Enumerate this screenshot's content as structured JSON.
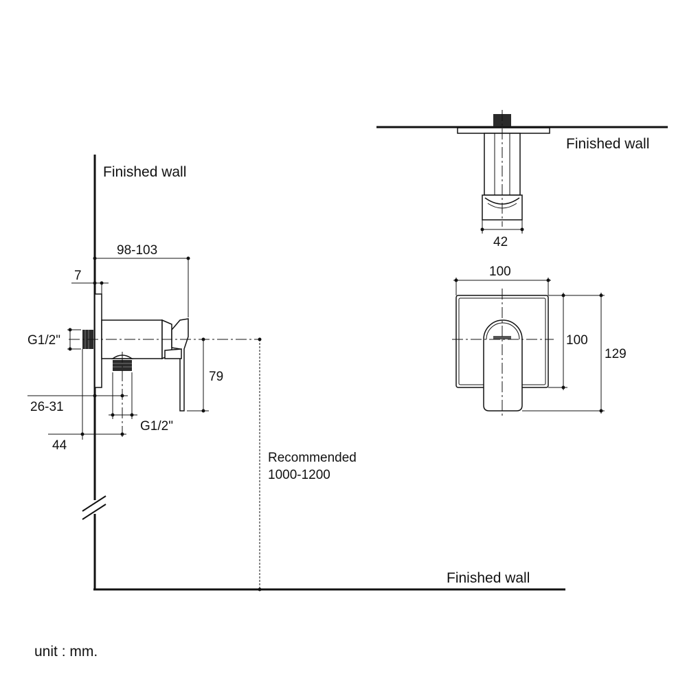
{
  "labels": {
    "finished_wall_side": "Finished wall",
    "finished_wall_top": "Finished wall",
    "finished_wall_floor": "Finished wall",
    "unit_note": "unit : mm."
  },
  "side_view": {
    "depth": "98-103",
    "plate_thickness": "7",
    "inlet_thread": "G1/2\"",
    "outlet_thread": "G1/2\"",
    "offset_range": "26-31",
    "offset_total": "44",
    "handle_drop": "79",
    "recommended_line1": "Recommended",
    "recommended_line2": "1000-1200"
  },
  "top_view": {
    "handle_width": "42"
  },
  "front_view": {
    "plate_width": "100",
    "plate_height": "100",
    "overall_height": "129"
  }
}
